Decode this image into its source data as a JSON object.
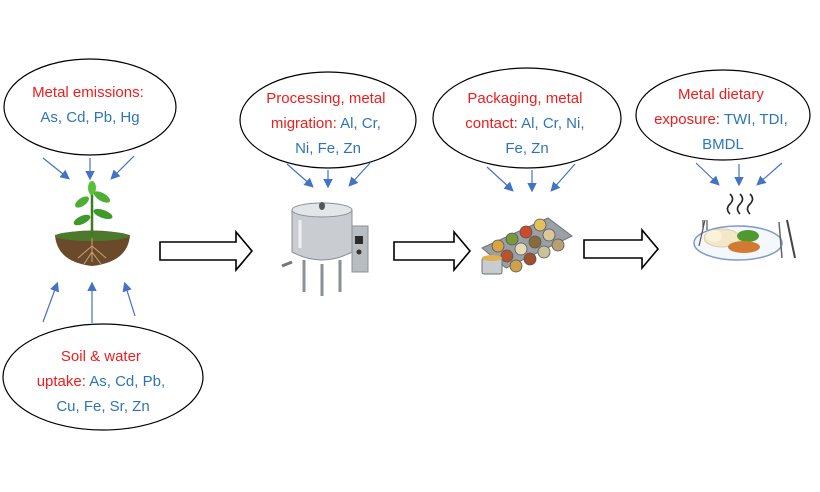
{
  "bubbles": {
    "emissions": {
      "label": "Metal emissions:",
      "metals": "As, Cd, Pb, Hg"
    },
    "processing": {
      "label_line1": "Processing, metal",
      "label_line2": "migration:",
      "metals_line2": "Al, Cr,",
      "metals_line3": "Ni, Fe, Zn"
    },
    "packaging": {
      "label_line1": "Packaging, metal",
      "label_line2": "contact:",
      "metals_line2": "Al, Cr, Ni,",
      "metals_line3": "Fe, Zn"
    },
    "exposure": {
      "label_line1": "Metal dietary",
      "label_line2": "exposure:",
      "metals_line2": "TWI, TDI,",
      "metals_line3": "BMDL"
    },
    "uptake": {
      "label_line1": "Soil & water",
      "label_line2": "uptake:",
      "metals_line2": "As, Cd, Pb,",
      "metals_line3": "Cu, Fe, Sr, Zn"
    }
  },
  "icons": [
    "plant-in-soil-icon",
    "kettle-icon",
    "spice-jars-icon",
    "food-plate-icon"
  ],
  "colors": {
    "label": "#ee1c1c",
    "metals": "#2e75b6",
    "arrow": "#4472c4",
    "outline": "#000000"
  }
}
